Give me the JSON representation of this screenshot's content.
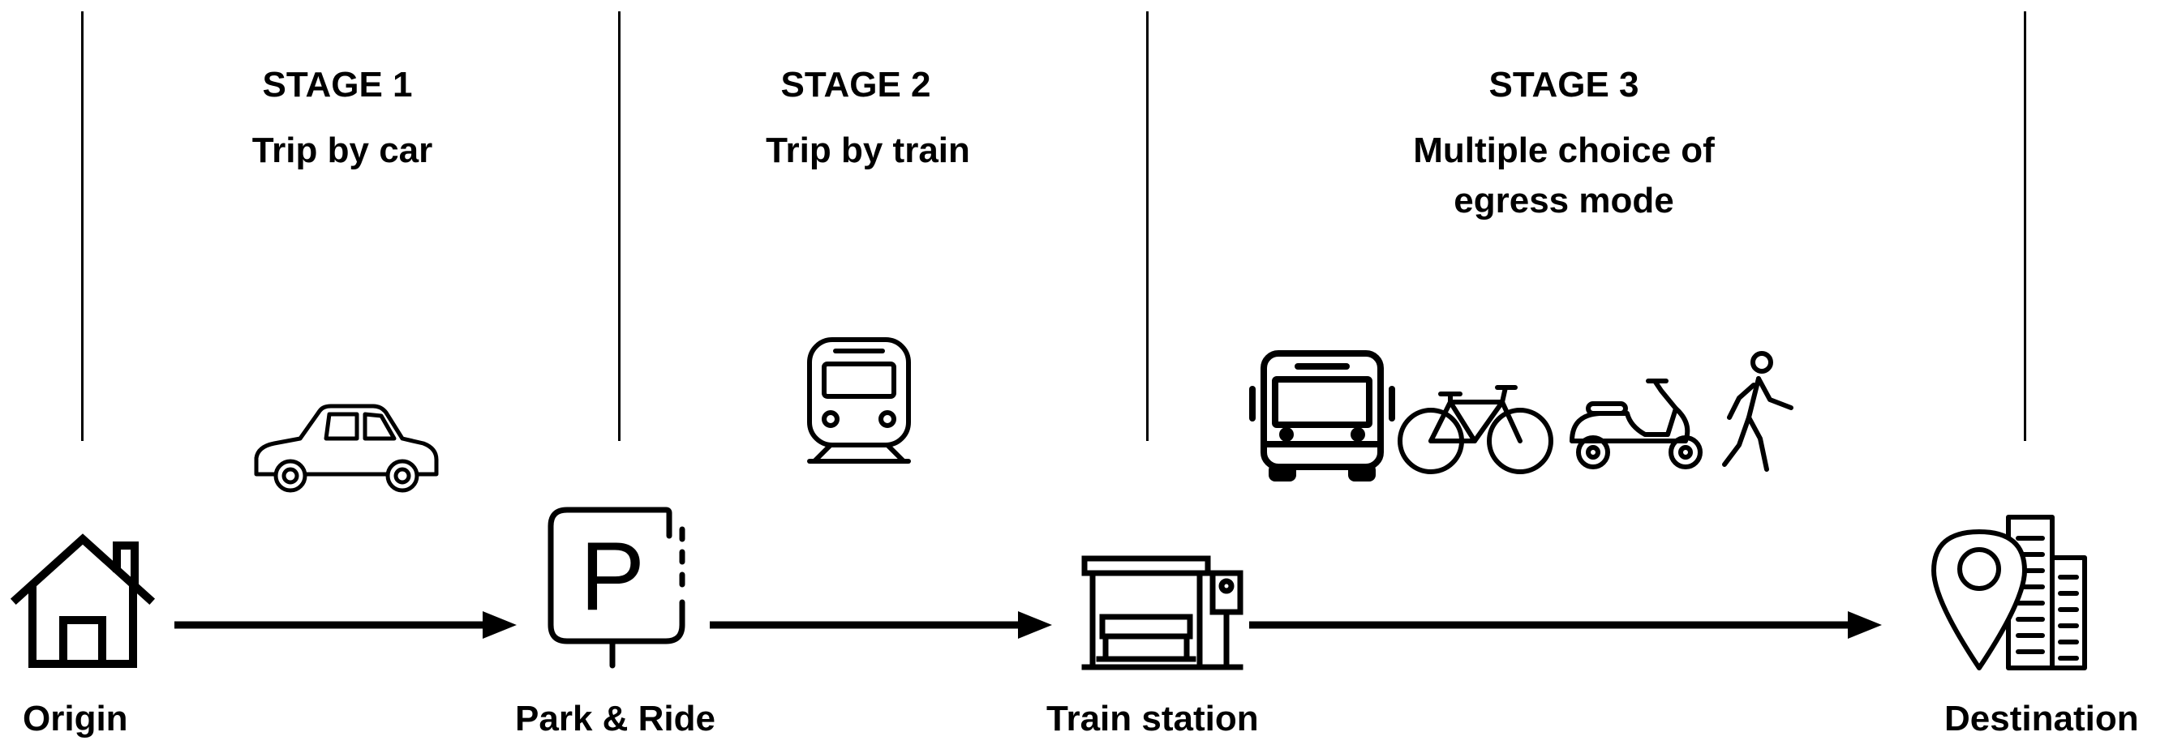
{
  "stages": [
    {
      "title": "STAGE 1",
      "subtitle_lines": [
        "Trip by car"
      ]
    },
    {
      "title": "STAGE 2",
      "subtitle_lines": [
        "Trip by train"
      ]
    },
    {
      "title": "STAGE 3",
      "subtitle_lines": [
        "Multiple choice of",
        "egress mode"
      ]
    }
  ],
  "nodes": [
    {
      "label": "Origin",
      "icon": "house-icon"
    },
    {
      "label": "Park & Ride",
      "icon": "parking-sign-icon"
    },
    {
      "label": "Train station",
      "icon": "train-station-icon"
    },
    {
      "label": "Destination",
      "icon": "location-pin-buildings-icon"
    }
  ],
  "modes": {
    "stage1": [
      "car-icon"
    ],
    "stage2": [
      "train-icon"
    ],
    "stage3": [
      "bus-icon",
      "bicycle-icon",
      "scooter-icon",
      "pedestrian-icon"
    ]
  },
  "parking_letter": "P",
  "colors": {
    "ink": "#000000",
    "background": "#ffffff"
  }
}
